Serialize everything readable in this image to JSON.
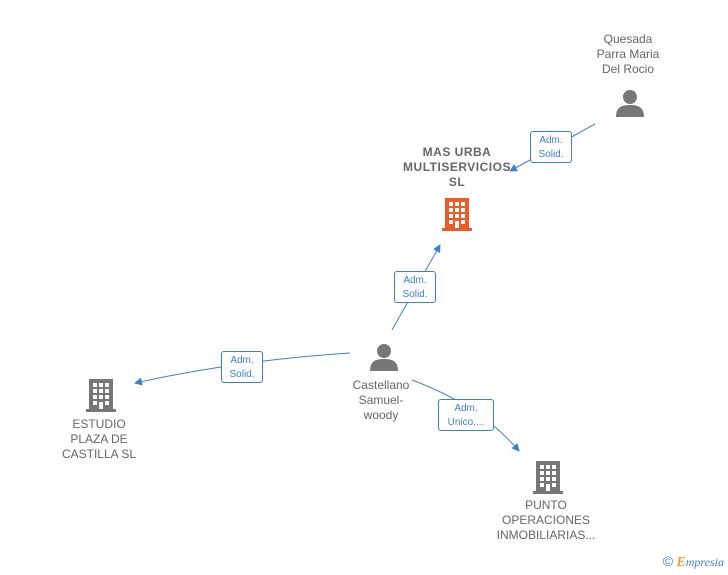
{
  "nodes": {
    "main_company": {
      "label": "MAS URBA\nMULTISERVICIOS\nSL",
      "icon": "building-icon",
      "color": "#f05a28"
    },
    "person_top": {
      "label": "Quesada\nParra Maria\nDel Rocio",
      "icon": "person-icon",
      "color": "#777777"
    },
    "person_center": {
      "label": "Castellano\nSamuel-\nwoody",
      "icon": "person-icon",
      "color": "#777777"
    },
    "company_left": {
      "label": "ESTUDIO\nPLAZA DE\nCASTILLA SL",
      "icon": "building-icon",
      "color": "#777777"
    },
    "company_bottom": {
      "label": "PUNTO\nOPERACIONES\nINMOBILIARIAS...",
      "icon": "building-icon",
      "color": "#777777"
    }
  },
  "edges": {
    "top_to_main": {
      "line1": "Adm.",
      "line2": "Solid."
    },
    "center_to_main": {
      "line1": "Adm.",
      "line2": "Solid."
    },
    "center_to_left": {
      "line1": "Adm.",
      "line2": "Solid."
    },
    "center_to_bottom": {
      "line1": "Adm.",
      "line2": "Unico,..."
    }
  },
  "colors": {
    "edge": "#3b7fd4",
    "accent": "#f05a28",
    "node": "#777777"
  },
  "brand": {
    "copyright": "©",
    "e": "E",
    "rest": "mpresia"
  }
}
